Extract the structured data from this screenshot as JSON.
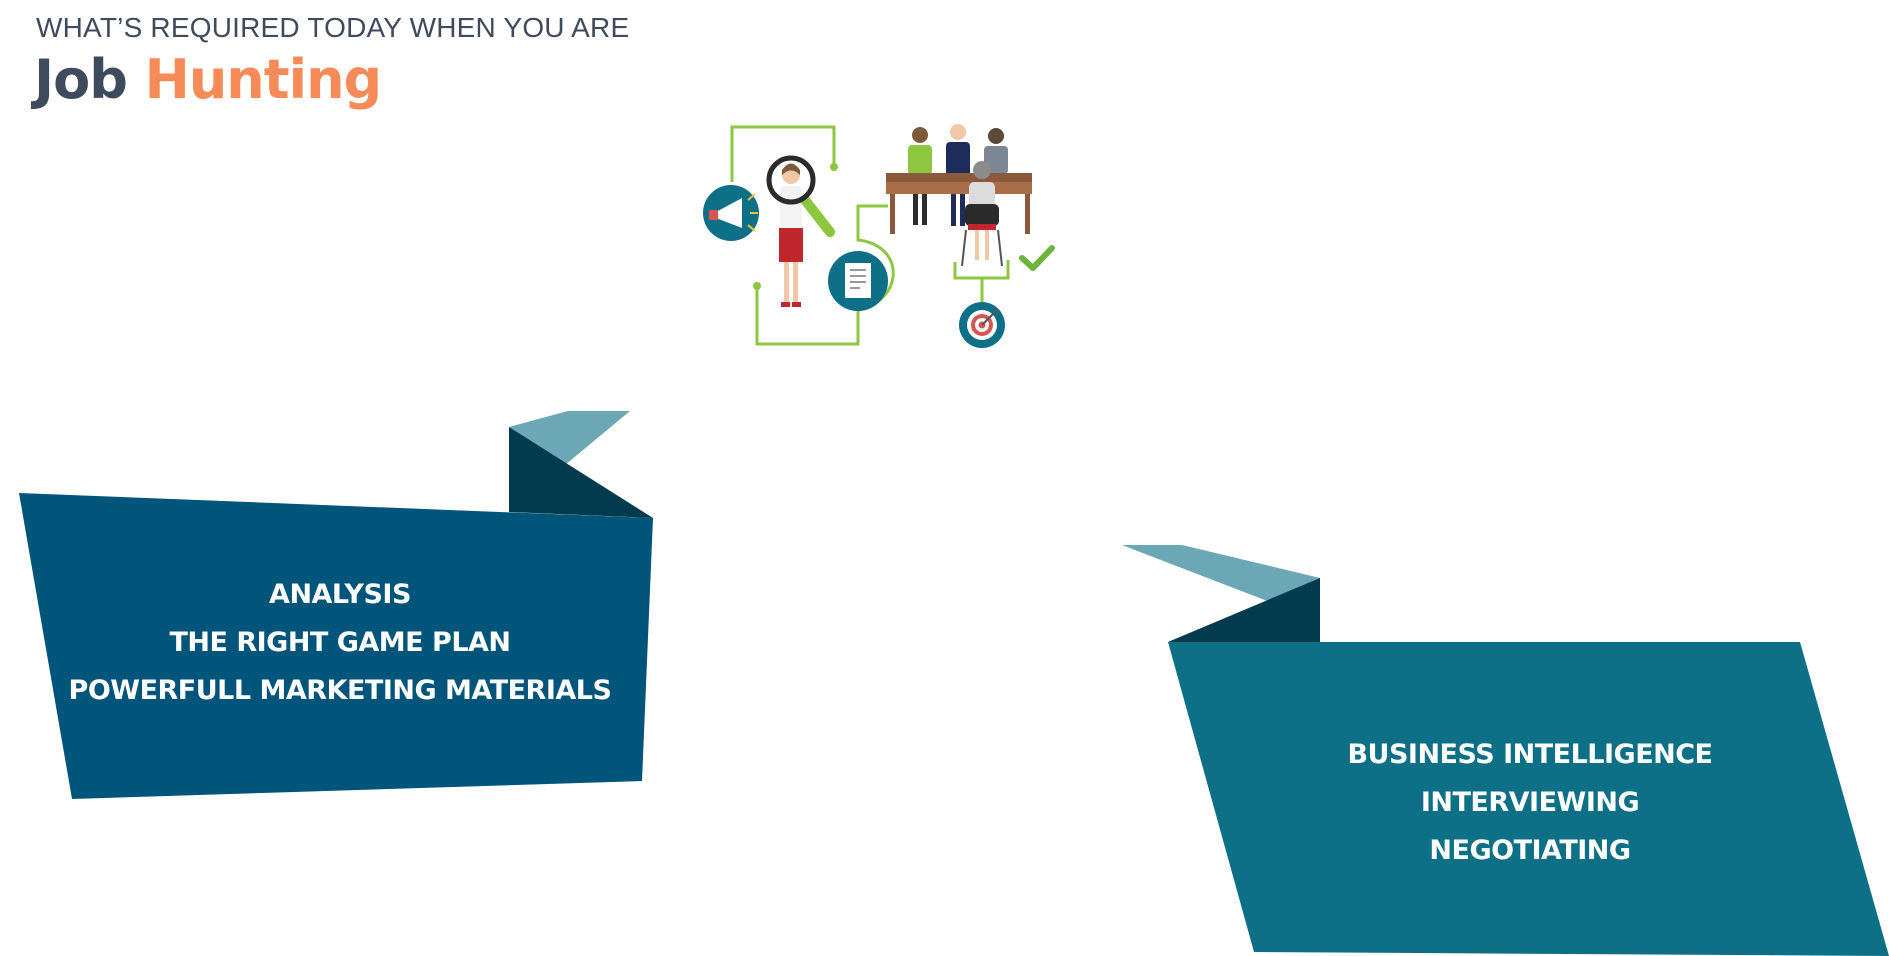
{
  "header": {
    "subtitle": "WHAT’S REQUIRED TODAY WHEN YOU ARE",
    "title_part1": "Job",
    "title_part2": "Hunting"
  },
  "illustration": {
    "icons": [
      "megaphone-icon",
      "magnifier-icon",
      "document-icon",
      "target-icon",
      "checkmark-icon",
      "interview-panel-icon",
      "woman-figure-icon"
    ]
  },
  "left_banner": {
    "lines": [
      "ANALYSIS",
      "THE RIGHT GAME PLAN",
      "POWERFULL MARKETING MATERIALS"
    ]
  },
  "right_banner": {
    "lines": [
      "BUSINESS INTELLIGENCE",
      "INTERVIEWING",
      "NEGOTIATING"
    ]
  },
  "colors": {
    "dark_blue": "#02557a",
    "teal": "#0e7086",
    "fold_dark": "#023a4e",
    "fold_light": "#6ba7b5",
    "accent_green": "#8dc63f",
    "title_dark": "#3f4a5c",
    "title_orange": "#f68b57"
  }
}
